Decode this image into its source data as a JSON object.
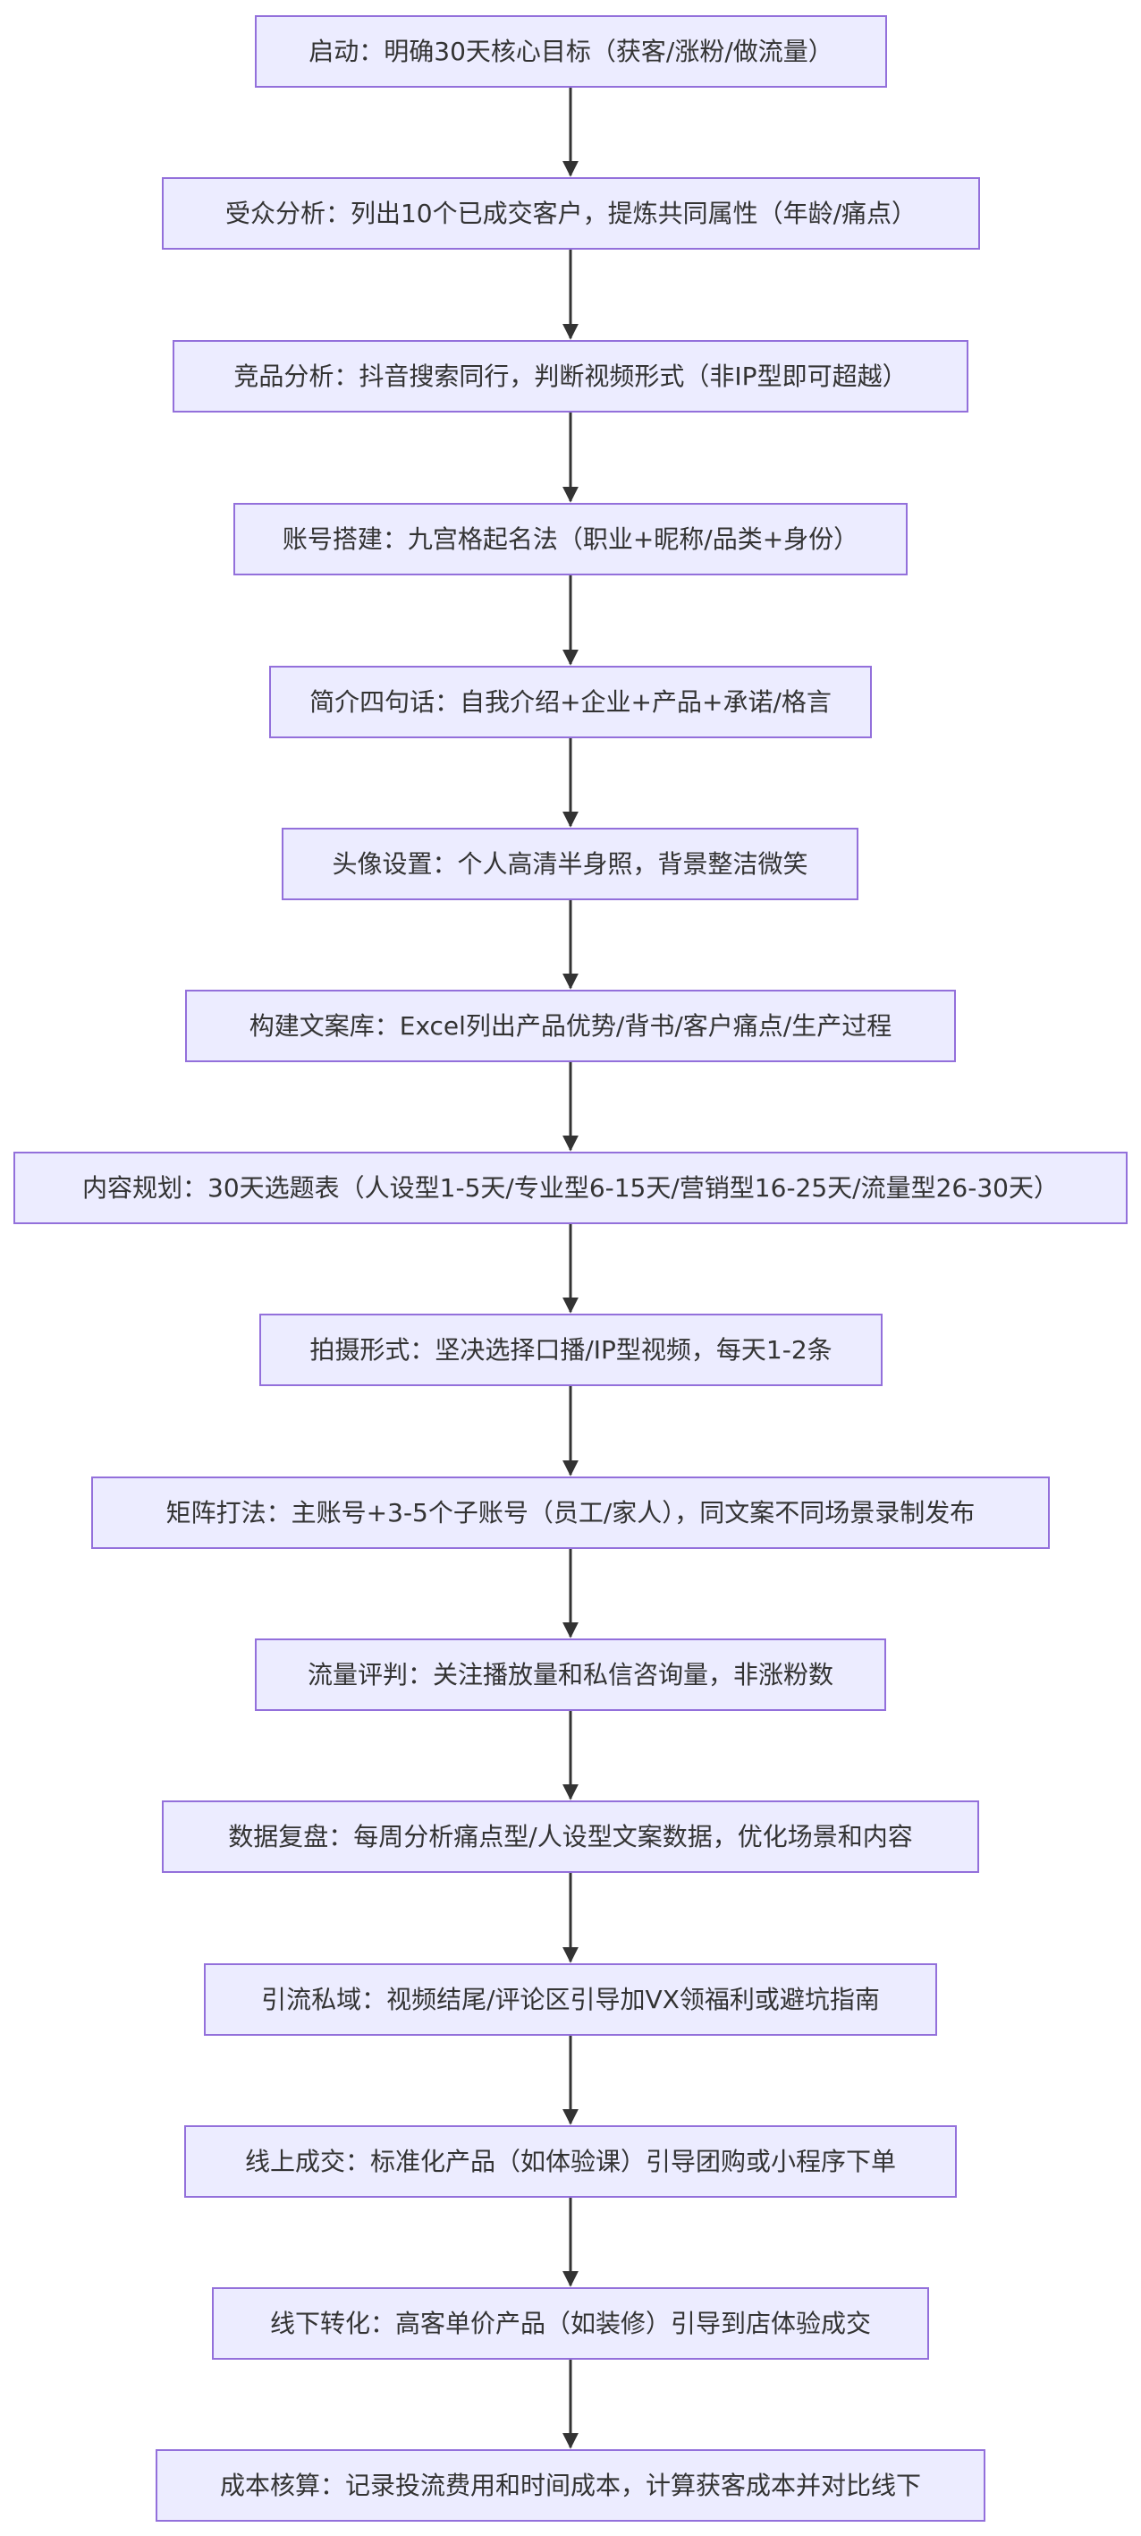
{
  "diagram": {
    "steps": [
      "启动：明确30天核心目标（获客/涨粉/做流量）",
      "受众分析：列出10个已成交客户，提炼共同属性（年龄/痛点）",
      "竞品分析：抖音搜索同行，判断视频形式（非IP型即可超越）",
      "账号搭建：九宫格起名法（职业+昵称/品类+身份）",
      "简介四句话：自我介绍+企业+产品+承诺/格言",
      "头像设置：个人高清半身照，背景整洁微笑",
      "构建文案库：Excel列出产品优势/背书/客户痛点/生产过程",
      "内容规划：30天选题表（人设型1-5天/专业型6-15天/营销型16-25天/流量型26-30天）",
      "拍摄形式：坚决选择口播/IP型视频，每天1-2条",
      "矩阵打法：主账号+3-5个子账号（员工/家人），同文案不同场景录制发布",
      "流量评判：关注播放量和私信咨询量，非涨粉数",
      "数据复盘：每周分析痛点型/人设型文案数据，优化场景和内容",
      "引流私域：视频结尾/评论区引导加VX领福利或避坑指南",
      "线上成交：标准化产品（如体验课）引导团购或小程序下单",
      "线下转化：高客单价产品（如装修）引导到店体验成交",
      "成本核算：记录投流费用和时间成本，计算获客成本并对比线下"
    ]
  },
  "colors": {
    "node_fill": "#ececff",
    "node_border": "#9370db",
    "text": "#333333",
    "edge": "#333333"
  }
}
